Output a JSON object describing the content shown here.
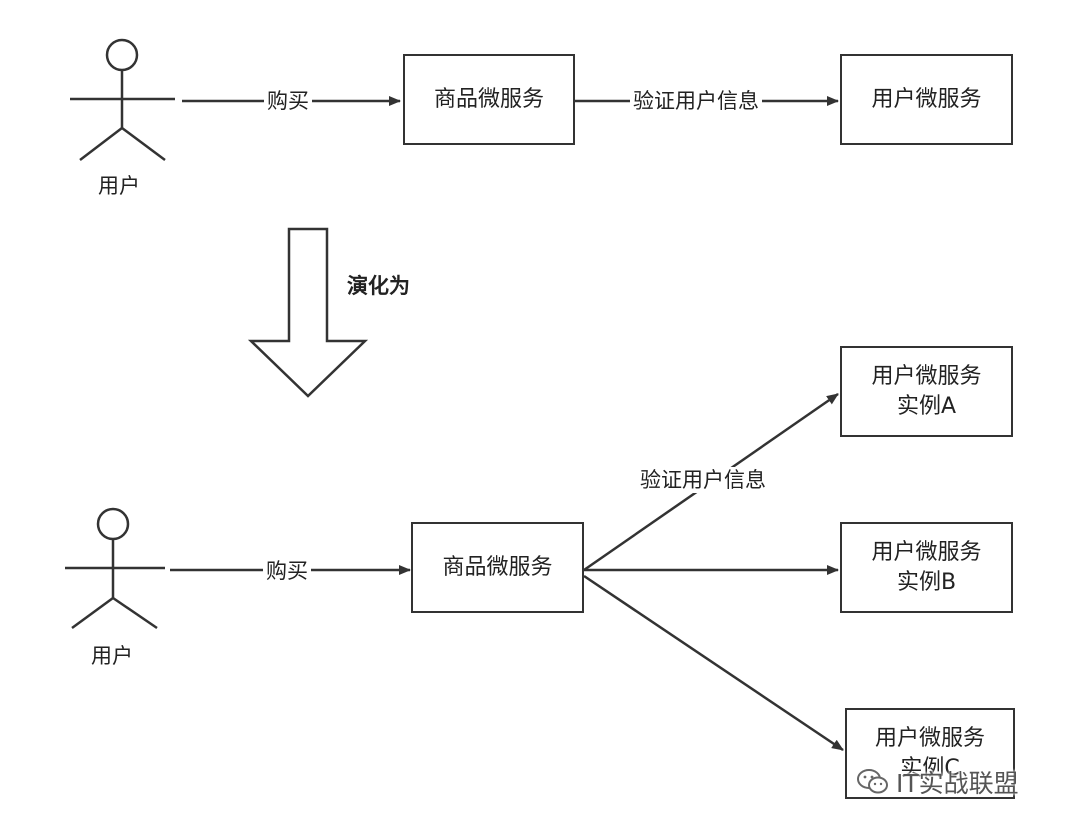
{
  "top": {
    "actor_label": "用户",
    "buy_label": "购买",
    "product_service": "商品微服务",
    "verify_label": "验证用户信息",
    "user_service": "用户微服务"
  },
  "transition": {
    "label": "演化为"
  },
  "bottom": {
    "actor_label": "用户",
    "buy_label": "购买",
    "product_service": "商品微服务",
    "verify_label": "验证用户信息",
    "instances": [
      {
        "line1": "用户微服务",
        "line2": "实例A"
      },
      {
        "line1": "用户微服务",
        "line2": "实例B"
      },
      {
        "line1": "用户微服务",
        "line2": "实例C"
      }
    ]
  },
  "watermark": {
    "text": "IT实战联盟",
    "icon": "wechat-icon"
  }
}
